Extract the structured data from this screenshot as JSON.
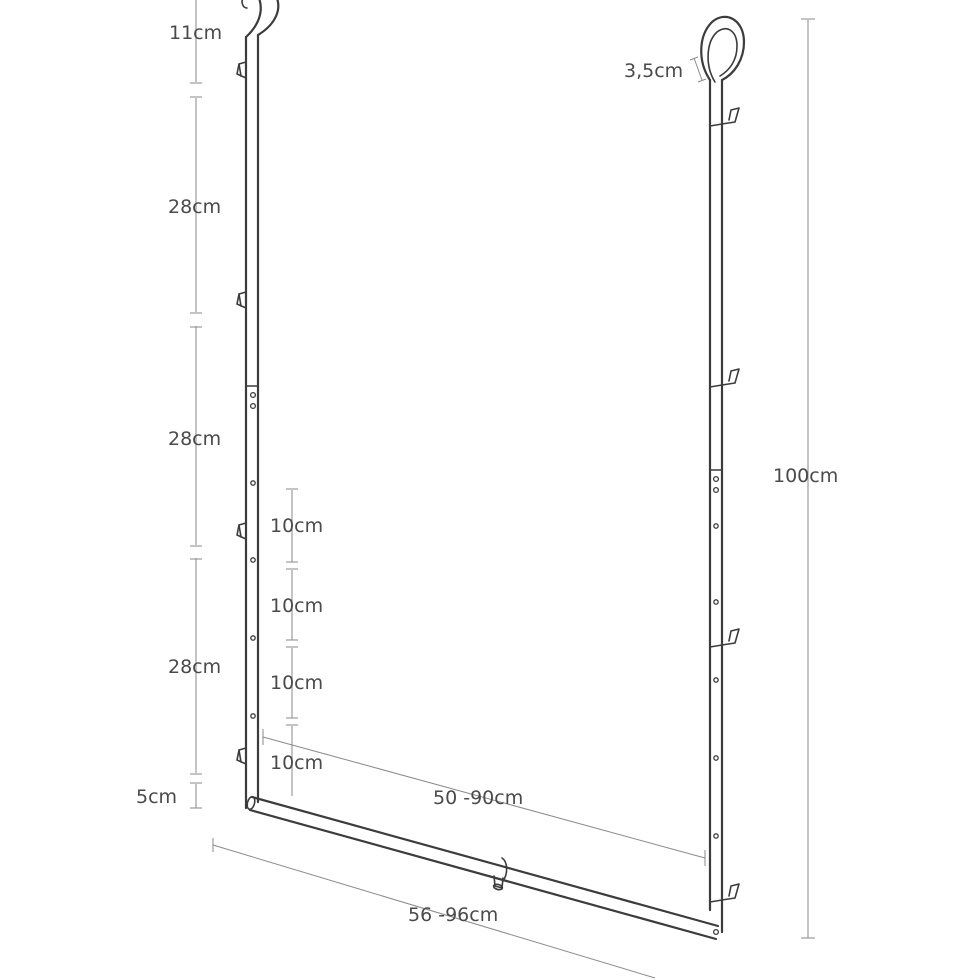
{
  "labels": {
    "top_gap": "11cm",
    "hook_width": "3,5cm",
    "section_1": "28cm",
    "section_2": "28cm",
    "section_3": "28cm",
    "bottom_gap": "5cm",
    "total_height": "100cm",
    "step_1": "10cm",
    "step_2": "10cm",
    "step_3": "10cm",
    "step_4": "10cm",
    "inner_width": "50 -90cm",
    "outer_width": "56 -96cm"
  },
  "colors": {
    "line": "#3c3c3c",
    "dimension": "#8a8a8a",
    "text": "#4a4a4a",
    "background": "#ffffff"
  }
}
